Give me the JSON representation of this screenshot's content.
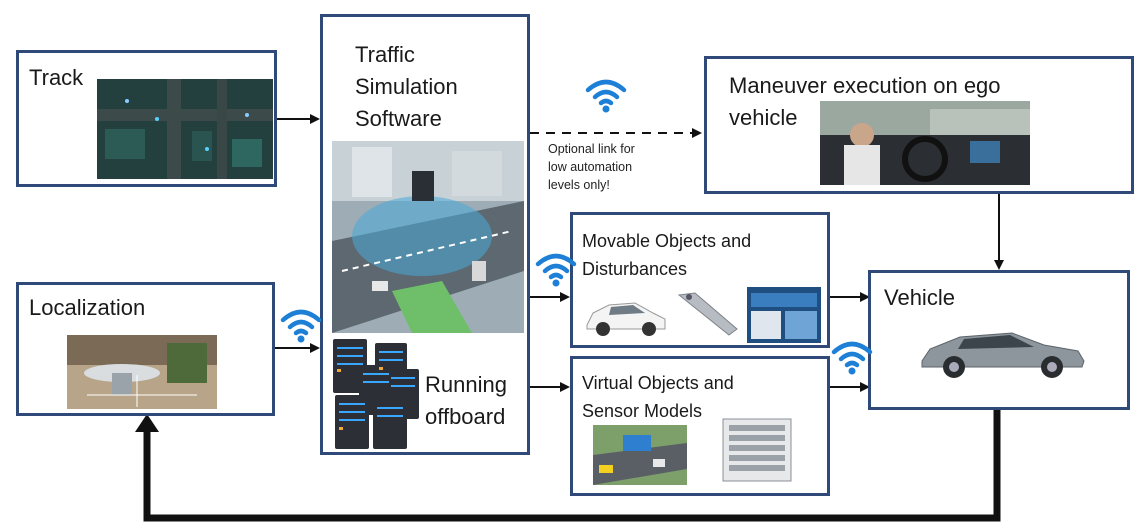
{
  "colors": {
    "border": "#2f4a78",
    "wifi": "#1e7fd6",
    "arrow": "#111111"
  },
  "boxes": {
    "track": "Track",
    "localization": "Localization",
    "traffic_sim": [
      "Traffic",
      "Simulation",
      "Software"
    ],
    "running": [
      "Running",
      "offboard"
    ],
    "maneuver": [
      "Maneuver execution on ego",
      "vehicle"
    ],
    "movable": [
      "Movable Objects and",
      "Disturbances"
    ],
    "virtual": [
      "Virtual Objects and",
      "Sensor Models"
    ],
    "vehicle": "Vehicle"
  },
  "optional_link": [
    "Optional link for",
    "low automation",
    "levels only!"
  ],
  "icons": [
    "wifi-icon",
    "server-rack-icon",
    "car-icon",
    "sensor-bracket-icon",
    "hardware-rack-icon"
  ]
}
